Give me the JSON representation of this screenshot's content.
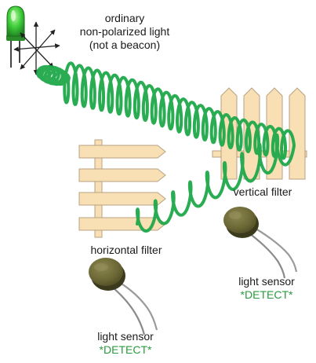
{
  "source_label": {
    "line1": "ordinary",
    "line2": "non-polarized light",
    "line3": "(not a beacon)"
  },
  "horizontal_filter": {
    "label": "horizontal filter"
  },
  "vertical_filter": {
    "label": "vertical filter"
  },
  "left_sensor": {
    "label": "light sensor",
    "status": "*DETECT*"
  },
  "right_sensor": {
    "label": "light sensor",
    "status": "*DETECT*"
  },
  "colors": {
    "light_wave": "#1fa84a",
    "led": "#35c23a",
    "filter_wood": "#f8dfb4",
    "filter_outline": "#b8a283",
    "sensor_body": "#6e6a37",
    "detect_text": "#2a9a3e"
  }
}
